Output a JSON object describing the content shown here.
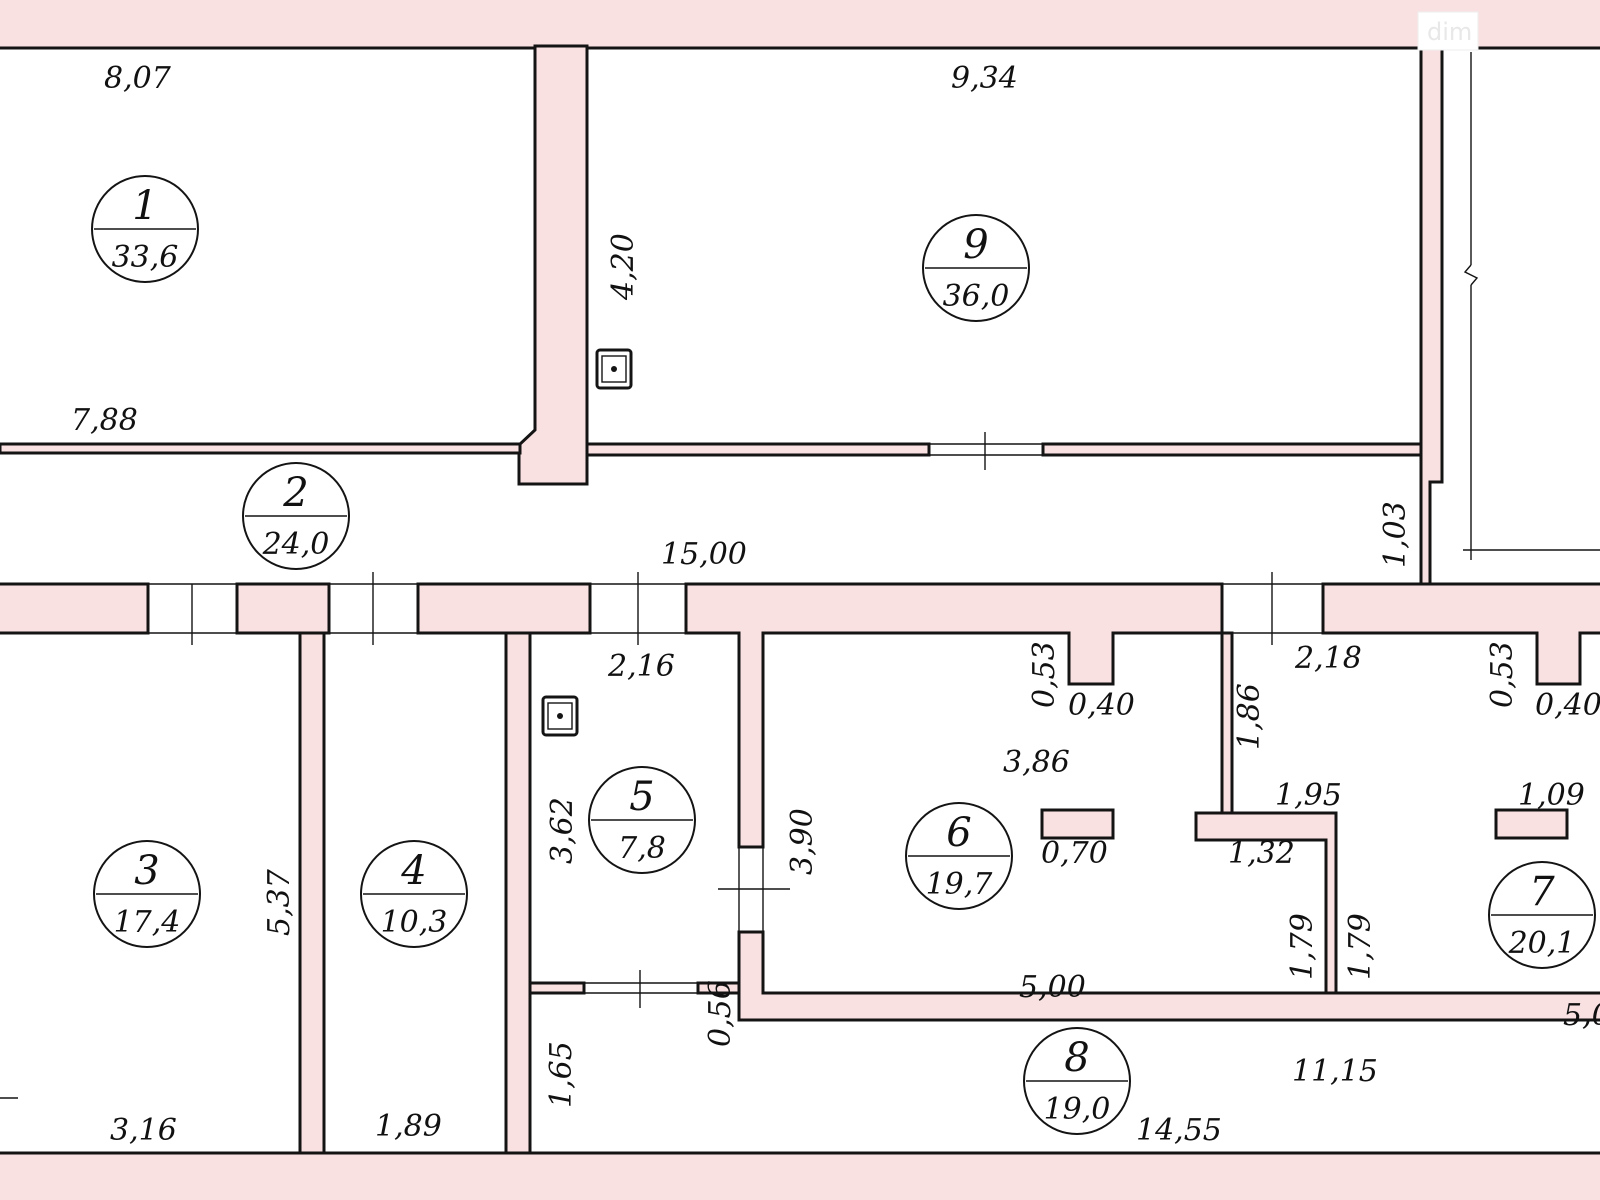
{
  "watermark": "dim",
  "rooms": [
    {
      "number": "1",
      "area": "33,6"
    },
    {
      "number": "2",
      "area": "24,0"
    },
    {
      "number": "3",
      "area": "17,4"
    },
    {
      "number": "4",
      "area": "10,3"
    },
    {
      "number": "5",
      "area": "7,8"
    },
    {
      "number": "6",
      "area": "19,7"
    },
    {
      "number": "7",
      "area": "20,1"
    },
    {
      "number": "8",
      "area": "19,0"
    },
    {
      "number": "9",
      "area": "36,0"
    }
  ],
  "dimensions": [
    "8,07",
    "9,34",
    "4,20",
    "7,88",
    "15,00",
    "1,03",
    "2,16",
    "0,53",
    "0,40",
    "2,18",
    "0,53",
    "0,40",
    "3,86",
    "1,86",
    "1,95",
    "1,09",
    "3,62",
    "3,90",
    "0,70",
    "1,32",
    "5,37",
    "1,79",
    "1,79",
    "5,00",
    "5,0",
    "0,56",
    "11,15",
    "1,65",
    "3,16",
    "1,89",
    "14,55"
  ]
}
